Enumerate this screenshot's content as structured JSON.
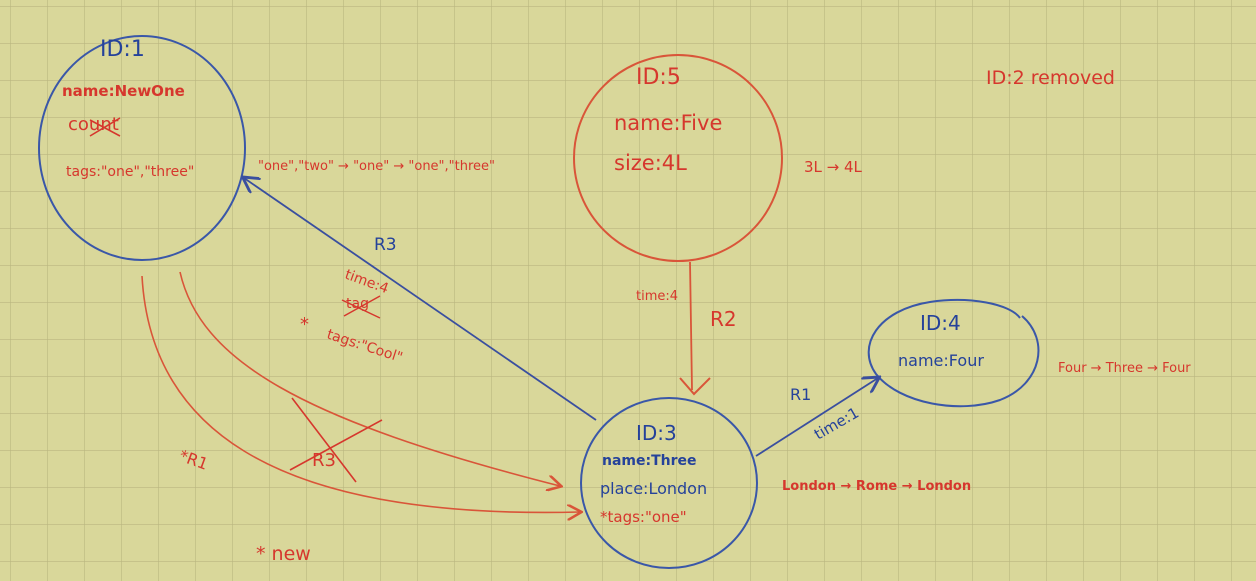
{
  "colors": {
    "board": "#d9d79a",
    "grid": "#b9b680",
    "blue_ink": "#25429a",
    "red_ink": "#d6372d"
  },
  "nodes": {
    "n1": {
      "id": "ID:1",
      "name": "name:NewOne",
      "count": "count",
      "tags": "tags:\"one\",\"three\""
    },
    "n5": {
      "id": "ID:5",
      "name": "name:Five",
      "size": "size:4L"
    },
    "n3": {
      "id": "ID:3",
      "name": "name:Three",
      "place": "place:London",
      "tags": "*tags:\"one\""
    },
    "n4": {
      "id": "ID:4",
      "name": "name:Four"
    }
  },
  "edges": {
    "r3": {
      "label": "R3"
    },
    "r1": {
      "label": "R1",
      "prop": "time:1"
    },
    "r2": {
      "label": "R2",
      "prop": "time:4"
    },
    "deleted_r3": {
      "label": "R3"
    },
    "new_r1": {
      "label": "*R1"
    }
  },
  "annotations": {
    "removed": "ID:2 removed",
    "tags_change": "\"one\",\"two\" → \"one\" → \"one\",\"three\"",
    "size_change": "3L → 4L",
    "name_change": "Four → Three → Four",
    "place_change": "London → Rome → London",
    "time_change": "time:4",
    "tag_struck": "tag",
    "tags_cool": "tags:\"Cool\"",
    "asterisk": "*",
    "new": "* new"
  }
}
